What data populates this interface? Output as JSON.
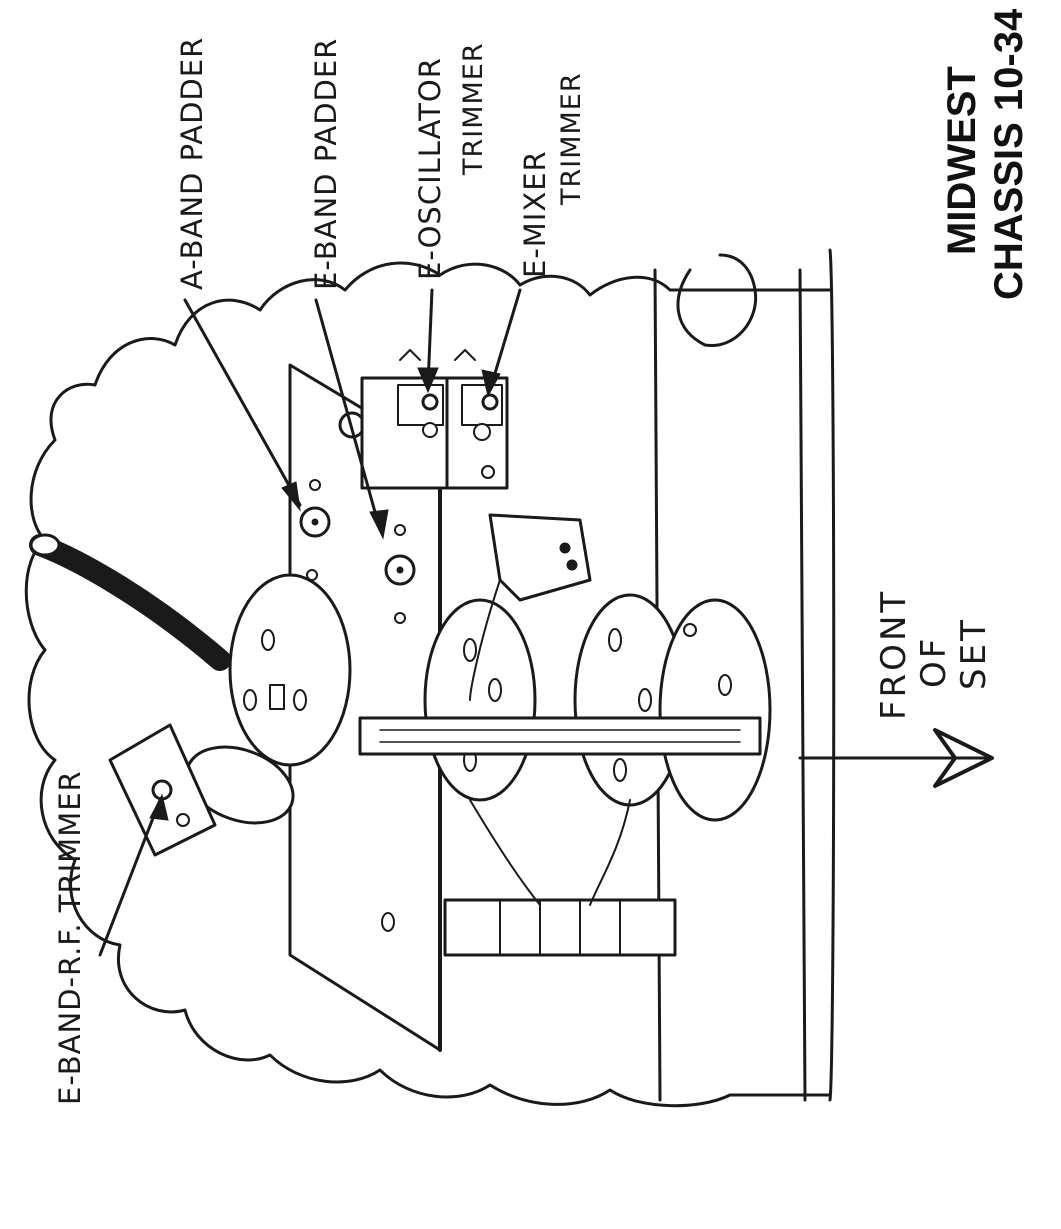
{
  "title": {
    "line1": "MIDWEST",
    "line2": "CHASSIS 10-34"
  },
  "labels": {
    "a_band_padder": "A-BAND PADDER",
    "e_band_padder": "E-BAND PADDER",
    "e_oscillator_line1": "E-OSCILLATOR",
    "e_oscillator_line2": "TRIMMER",
    "e_mixer_line1": "E-MIXER",
    "e_mixer_line2": "TRIMMER",
    "e_band_rf_trimmer": "E-BAND-R.F. TRIMMER"
  },
  "front_of_set": {
    "line1": "FRONT",
    "line2": "OF",
    "line3": "SET"
  },
  "colors": {
    "ink": "#1a1a1a",
    "paper": "#ffffff"
  }
}
